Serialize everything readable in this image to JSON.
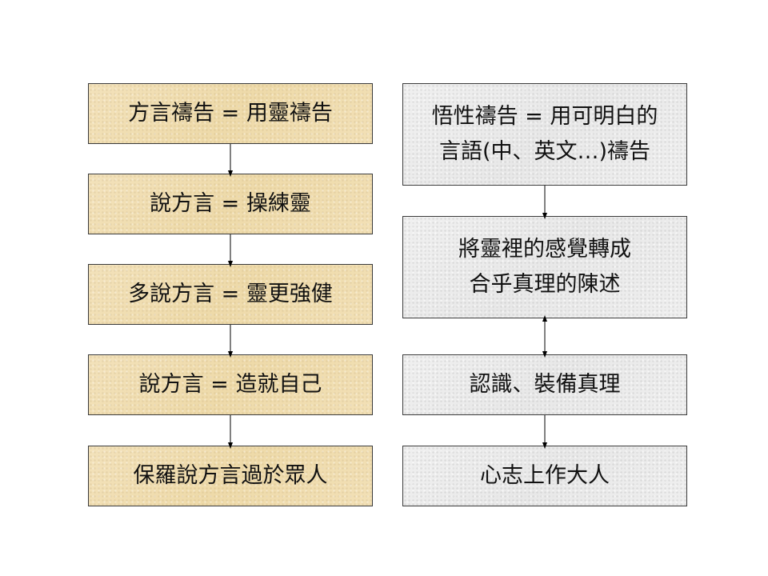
{
  "left_column": {
    "box1": "方言禱告 = 用靈禱告",
    "box2": "說方言 = 操練靈",
    "box3": "多說方言 = 靈更強健",
    "box4": "說方言 = 造就自己",
    "box5": "保羅說方言過於眾人"
  },
  "right_column": {
    "box1": "悟性禱告 = 用可明白的\n言語(中、英文…)禱告",
    "box2": "將靈裡的感覺轉成\n合乎真理的陳述",
    "box3": "認識、裝備真理",
    "box4": "心志上作大人"
  },
  "colors": {
    "left_fill": "#f1deb4",
    "right_fill": "#eeeeee",
    "border": "#3a3a3a",
    "arrow": "#000000"
  }
}
